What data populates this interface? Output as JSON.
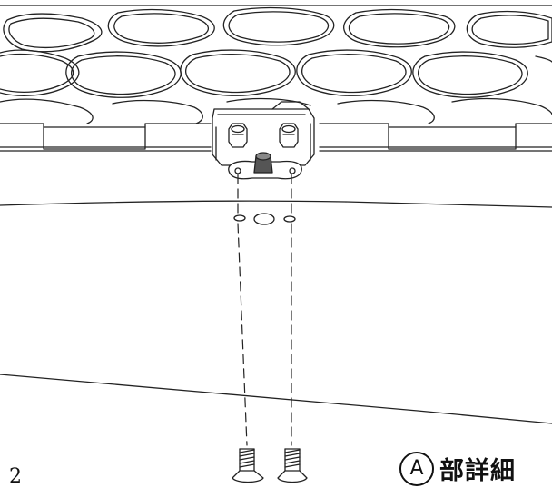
{
  "page": {
    "number": "2"
  },
  "detail": {
    "marker": "A",
    "label": "部詳細"
  }
}
